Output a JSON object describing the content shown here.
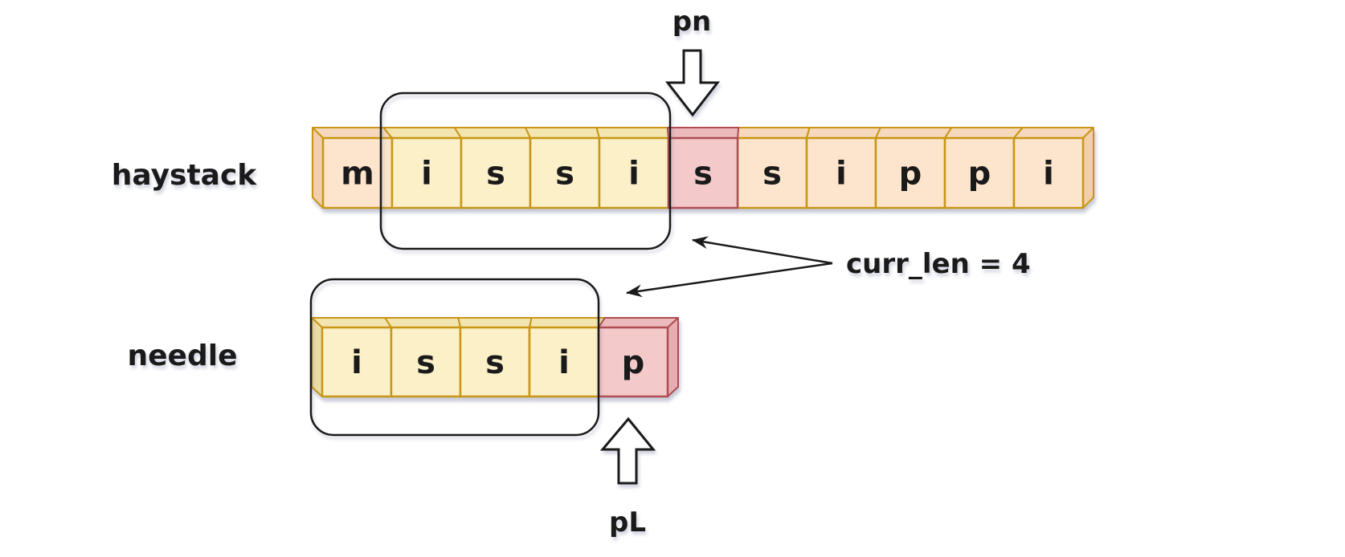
{
  "labels": {
    "haystack": "haystack",
    "needle": "needle",
    "pn": "pn",
    "pL": "pL",
    "curr_len": "curr_len = 4"
  },
  "haystack": {
    "string": "mississippi",
    "cells": [
      {
        "char": "m",
        "state": "outside"
      },
      {
        "char": "i",
        "state": "window"
      },
      {
        "char": "s",
        "state": "window"
      },
      {
        "char": "s",
        "state": "window"
      },
      {
        "char": "i",
        "state": "window"
      },
      {
        "char": "s",
        "state": "current"
      },
      {
        "char": "s",
        "state": "outside"
      },
      {
        "char": "i",
        "state": "outside"
      },
      {
        "char": "p",
        "state": "outside"
      },
      {
        "char": "p",
        "state": "outside"
      },
      {
        "char": "i",
        "state": "outside"
      }
    ]
  },
  "needle": {
    "string": "issip",
    "cells": [
      {
        "char": "i",
        "state": "window"
      },
      {
        "char": "s",
        "state": "window"
      },
      {
        "char": "s",
        "state": "window"
      },
      {
        "char": "i",
        "state": "window"
      },
      {
        "char": "p",
        "state": "current"
      }
    ]
  },
  "colors": {
    "outside": {
      "front": "#FDE5CD",
      "top": "#F6D8BC",
      "side": "#F2CEAE",
      "border": "#C89614"
    },
    "window": {
      "front": "#FBF0C8",
      "top": "#F3E5B0",
      "side": "#EBDCA4",
      "border": "#C89614"
    },
    "current": {
      "front": "#F3C9CA",
      "top": "#EBBABC",
      "side": "#E6AEB1",
      "border": "#B04C52"
    },
    "outline": "#1A1A1A",
    "text": "#1A1A1A"
  }
}
